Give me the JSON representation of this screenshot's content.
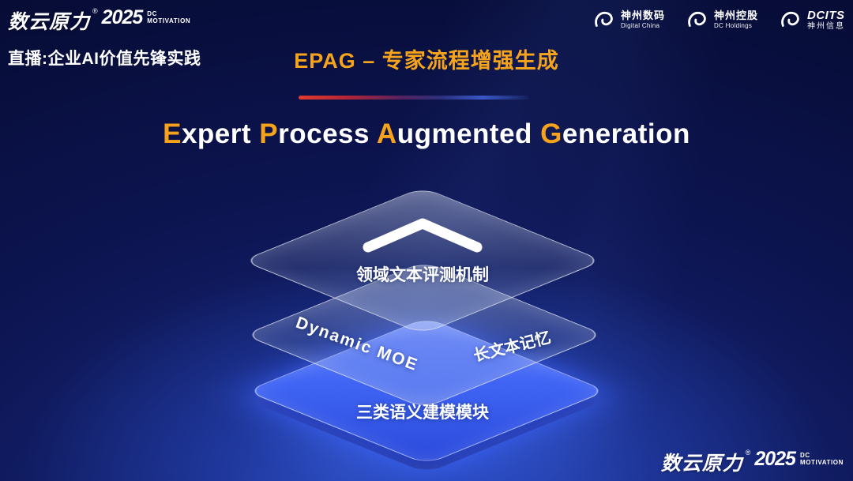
{
  "brand": {
    "name": "数云原力",
    "reg": "®",
    "year": "2025",
    "sub_top": "DC",
    "sub_bottom": "MOTIVATION"
  },
  "header": {
    "live_label": "直播:企业AI价值先锋实践",
    "title": "EPAG – 专家流程增强生成",
    "logos": [
      {
        "icon": "swirl-icon",
        "line1": "神州数码",
        "line2": "Digital China"
      },
      {
        "icon": "swirl-icon",
        "line1": "神州控股",
        "line2": "DC Holdings"
      },
      {
        "icon": "swirl-icon",
        "line1": "DCITS",
        "line2": "神州信息"
      }
    ]
  },
  "main": {
    "heading_parts": [
      {
        "initial": "E",
        "rest": "xpert "
      },
      {
        "initial": "P",
        "rest": "rocess "
      },
      {
        "initial": "A",
        "rest": "ugmented "
      },
      {
        "initial": "G",
        "rest": "eneration"
      }
    ]
  },
  "diagram": {
    "top_layer_label": "领域文本评测机制",
    "middle_layer_left_label": "Dynamic MOE",
    "middle_layer_right_label": "长文本记忆",
    "bottom_layer_label": "三类语义建模模块"
  },
  "colors": {
    "accent_gold": "#f6a31b",
    "layer_blue": "#3f64f4",
    "divider_red": "#e23a2e",
    "background_navy": "#070d38"
  }
}
